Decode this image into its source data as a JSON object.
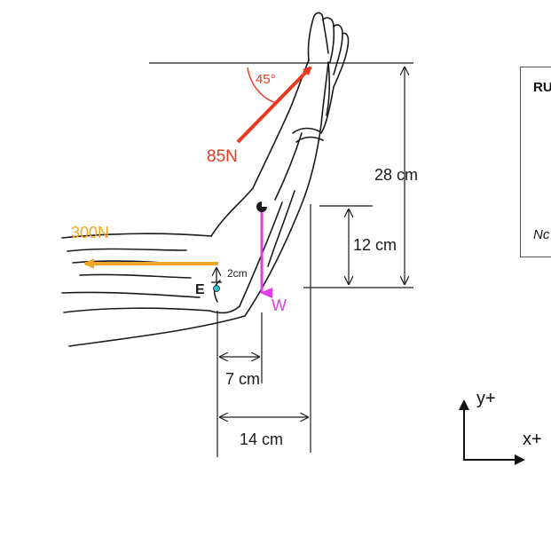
{
  "diagram": {
    "forces": {
      "applied": "85N",
      "horizontal": "300N",
      "weight": "W"
    },
    "angle": "45°",
    "joint": "E",
    "offset": "2cm",
    "dims": {
      "total_height": "28 cm",
      "weight_height": "12 cm",
      "short_horizontal": "7 cm",
      "long_horizontal": "14 cm"
    },
    "axes": {
      "y": "y+",
      "x": "x+"
    },
    "colors": {
      "applied_force": "#e8391f",
      "horizontal_force": "#f2a623",
      "weight_force": "#e23ee8",
      "joint_marker": "#2bbfc9",
      "ink": "#1a1a1a"
    }
  },
  "side_panel": {
    "title": "RU",
    "note": "Nc"
  }
}
